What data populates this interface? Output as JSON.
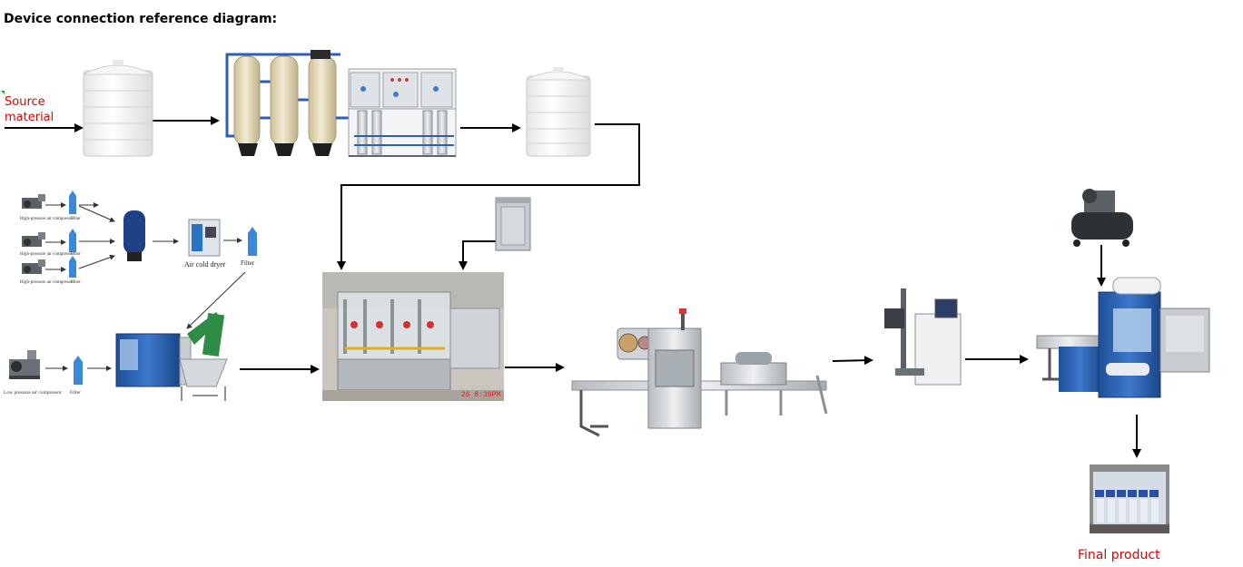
{
  "title": "Device connection reference diagram:",
  "labels": {
    "source": [
      "Source",
      "material"
    ],
    "final": "Final product"
  },
  "compressor_cluster": {
    "rows": [
      {
        "compressor": "High-pressure air compressor",
        "filter": "Filter"
      },
      {
        "compressor": "High-pressure air compressor",
        "filter": "Filter"
      },
      {
        "compressor": "High-pressure air compressor",
        "filter": "Filter"
      }
    ],
    "dryer": "Air cold dryer",
    "dryer_filter": "Filter",
    "low_compressor": "Low pressure air compressor",
    "low_filter": "Filter"
  },
  "filler_stamp": "26  8:39PM",
  "colors": {
    "arrow": "#000000",
    "label_red": "#e00000",
    "tank": "#f4f4f2",
    "blue": "#2a62b8"
  }
}
